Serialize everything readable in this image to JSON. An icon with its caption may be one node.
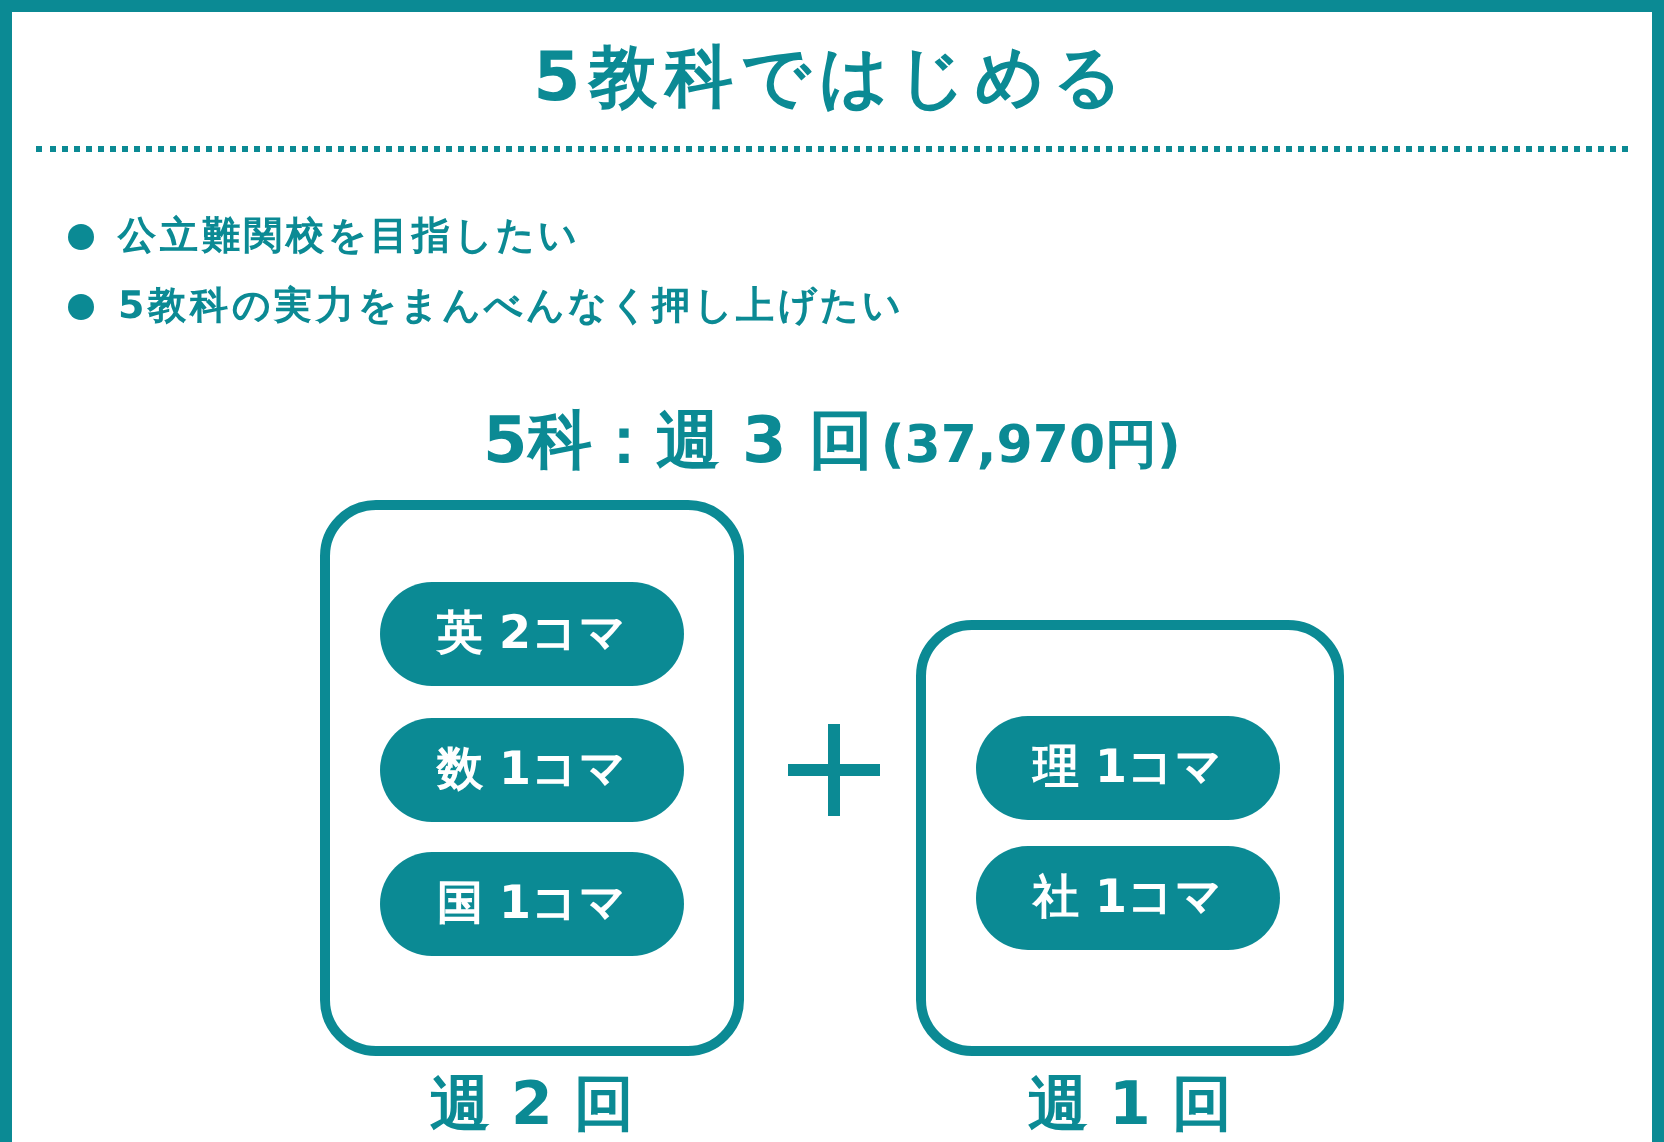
{
  "diagram": {
    "title": "5教科ではじめる",
    "nodes": [
      {
        "text": [],
        "shape": "box",
        "beside": [
          "週 2 回"
        ]
      },
      {
        "text": [
          "英 2コマ"
        ],
        "in": 0
      },
      {
        "text": [
          "数 1コマ"
        ],
        "in": 0
      },
      {
        "text": [
          "国 1コマ"
        ],
        "in": 0
      },
      {
        "text": [],
        "shape": "box",
        "beside": [
          "週 1 回"
        ]
      },
      {
        "text": [
          "理 1コマ"
        ],
        "in": 4
      },
      {
        "text": [
          "社 1コマ"
        ],
        "in": 4
      }
    ],
    "labels": [
      "公立難関校を目指したい",
      "5教科の実力をまんべんなく押し上げたい",
      "5科：週 3 回",
      "(37,970円)"
    ]
  }
}
